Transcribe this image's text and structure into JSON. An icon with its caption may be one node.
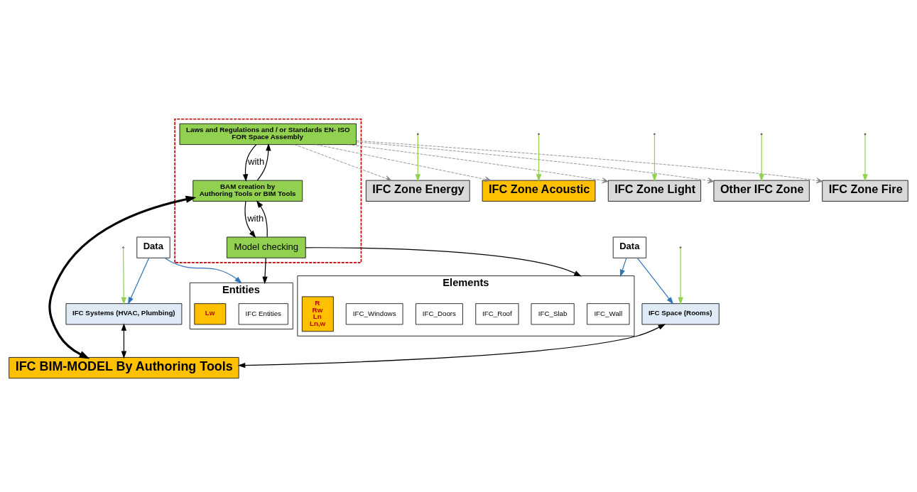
{
  "diagram": {
    "nodes": [
      {
        "text": [],
        "shape": "box"
      },
      {
        "text": [
          "Laws and Regulations and / or Standards EN- ISO",
          "FOR Space Assembly"
        ],
        "in": 0
      },
      {
        "text": [
          "BAM creation by",
          "Authoring Tools or BIM Tools"
        ],
        "in": 0
      },
      {
        "text": [
          "Model checking"
        ],
        "in": 0
      },
      {
        "text": [
          "IFC Zone Energy"
        ]
      },
      {
        "text": [
          "IFC Zone Acoustic"
        ]
      },
      {
        "text": [
          "IFC Zone Light"
        ]
      },
      {
        "text": [
          "IFC Zone Fire"
        ]
      },
      {
        "text": [
          "Other IFC Zone"
        ]
      },
      {
        "text": [
          "Data"
        ]
      },
      {
        "text": [
          "IFC Systems (HVAC, Plumbing)"
        ]
      },
      {
        "text": [
          "IFC BIM-MODEL By Authoring Tools"
        ]
      },
      {
        "text": [
          "IFC Space (Rooms)"
        ]
      },
      {
        "text": [
          "Data"
        ]
      },
      {
        "text": [
          "Entities"
        ]
      },
      {
        "text": [
          "IFC Entities"
        ],
        "in": 14
      },
      {
        "text": [
          "Lw"
        ],
        "in": 14
      },
      {
        "text": [
          "Elements"
        ]
      },
      {
        "text": [
          "IFC_Wall"
        ],
        "in": 17
      },
      {
        "text": [
          "IFC_Slab"
        ],
        "in": 17
      },
      {
        "text": [
          "IFC_Roof"
        ],
        "in": 17
      },
      {
        "text": [
          "IFC_Doors"
        ],
        "in": 17
      },
      {
        "text": [
          "IFC_Windows"
        ],
        "in": 17
      },
      {
        "text": [
          "R",
          "Rw",
          "Ln",
          "Ln,w"
        ],
        "in": 17
      }
    ],
    "edges": [
      {
        "from": 1,
        "to": 2,
        "arrow": "to",
        "label": "with"
      },
      {
        "from": 2,
        "to": 1,
        "arrow": "to"
      },
      {
        "from": 2,
        "to": 3,
        "arrow": "to",
        "label": "with"
      },
      {
        "from": 3,
        "to": 2,
        "arrow": "to"
      },
      {
        "from": 1,
        "to": 4,
        "arrow": "to",
        "style": "dashed",
        "color": "#808080"
      },
      {
        "from": 1,
        "to": 5,
        "arrow": "to",
        "style": "dashed",
        "color": "#808080"
      },
      {
        "from": 1,
        "to": 6,
        "arrow": "to",
        "style": "dashed",
        "color": "#808080"
      },
      {
        "from": 1,
        "to": 7,
        "arrow": "to",
        "style": "dashed",
        "color": "#808080"
      },
      {
        "from": 1,
        "to": 8,
        "arrow": "to",
        "style": "dashed",
        "color": "#808080"
      },
      {
        "from": null,
        "to": 4,
        "arrow": "to",
        "color": "#92d050"
      },
      {
        "from": null,
        "to": 5,
        "arrow": "to",
        "color": "#92d050"
      },
      {
        "from": null,
        "to": 6,
        "arrow": "to",
        "color": "#92d050"
      },
      {
        "from": null,
        "to": 7,
        "arrow": "to",
        "color": "#92d050"
      },
      {
        "from": null,
        "to": 8,
        "arrow": "to",
        "color": "#92d050"
      },
      {
        "from": null,
        "to": 10,
        "arrow": "to",
        "color": "#92d050"
      },
      {
        "from": null,
        "to": 12,
        "arrow": "to",
        "color": "#92d050"
      },
      {
        "from": 2,
        "to": 11,
        "arrow": "both",
        "style": "thick"
      },
      {
        "from": 9,
        "to": 10,
        "arrow": "to",
        "color": "#2e75b6"
      },
      {
        "from": 9,
        "to": 14,
        "arrow": "to",
        "color": "#2e75b6"
      },
      {
        "from": 10,
        "to": 11,
        "arrow": "both"
      },
      {
        "from": 12,
        "to": 11,
        "arrow": "both"
      },
      {
        "from": 13,
        "to": 12,
        "arrow": "to",
        "color": "#2e75b6"
      },
      {
        "from": 13,
        "to": 17,
        "arrow": "to",
        "color": "#2e75b6"
      },
      {
        "from": 3,
        "to": 14,
        "arrow": "to"
      },
      {
        "from": 3,
        "to": 17,
        "arrow": "to"
      }
    ]
  }
}
